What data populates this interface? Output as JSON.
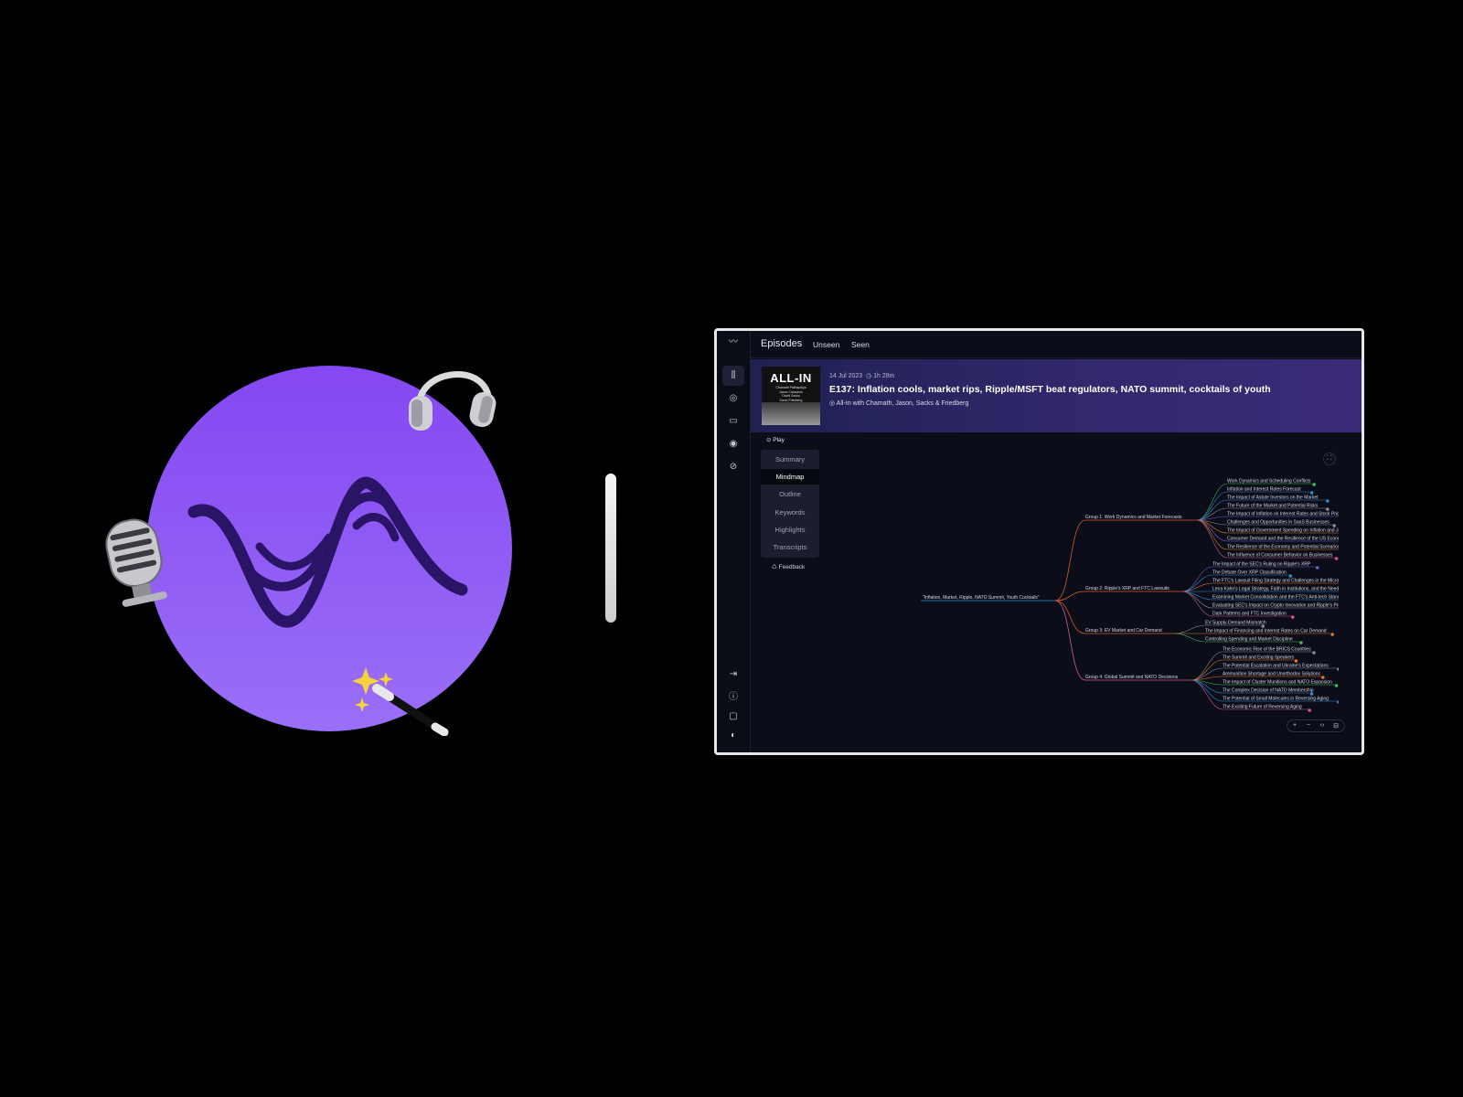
{
  "app": {
    "title": "Episodes",
    "tabs": [
      "Unseen",
      "Seen"
    ]
  },
  "episode": {
    "cover_title": "ALL-IN",
    "cover_hosts": [
      "Chamath Palihapitiya",
      "Jason Calacanis",
      "David Sacks",
      "David Friedberg"
    ],
    "date": "14 Jul 2023",
    "duration": "1h 28m",
    "title": "E137: Inflation cools, market rips, Ripple/MSFT beat regulators, NATO summit, cocktails of youth",
    "podcast": "All-In with Chamath, Jason, Sacks & Friedberg",
    "play_label": "Play"
  },
  "side_tabs": [
    "Summary",
    "Mindmap",
    "Outline",
    "Keywords",
    "Highlights",
    "Transcripts"
  ],
  "active_tab": "Mindmap",
  "feedback_label": "Feedback",
  "mindmap": {
    "root": "\"Inflation, Market, Ripple, NATO Summit, Youth Cocktails\"",
    "groups": [
      {
        "label": "Group 1: Work Dynamics and Market Forecasts",
        "color": "#d35b2a",
        "items": [
          {
            "text": "Work Dynamics and Scheduling Conflicts",
            "color": "#3fbf5a"
          },
          {
            "text": "Inflation and Interest Rates Forecast",
            "color": "#2a8fd6"
          },
          {
            "text": "The Impact of Astute Investors on the Market",
            "color": "#2a8fd6"
          },
          {
            "text": "The Future of the Market and Potential Risks",
            "color": "#888c99"
          },
          {
            "text": "The Impact of Inflation on Interest Rates and Stock Prices",
            "color": "#7b5bd6"
          },
          {
            "text": "Challenges and Opportunities in SaaS Businesses",
            "color": "#888c99"
          },
          {
            "text": "The Impact of Government Spending on Inflation and Job Market",
            "color": "#e07a2a"
          },
          {
            "text": "Consumer Demand and the Resilience of the US Economy",
            "color": "#7b5bd6"
          },
          {
            "text": "The Resilience of the Economy and Potential Scenarios",
            "color": "#e07a2a"
          },
          {
            "text": "The Influence of Consumer Behavior on Businesses",
            "color": "#d35b8a"
          }
        ]
      },
      {
        "label": "Group 2: Ripple's XRP and FTC Lawsuits",
        "color": "#d35b2a",
        "items": [
          {
            "text": "The Impact of the SEC's Ruling on Ripple's XRP",
            "color": "#7b5bd6"
          },
          {
            "text": "The Debate Over XRP Classification",
            "color": "#2a8fd6"
          },
          {
            "text": "The FTC's Lawsuit Filing Strategy and Challenges in the Microsoft-Activision Deal",
            "color": "#e07a2a"
          },
          {
            "text": "Lena Kahn's Legal Strategy, Faith in Institutions, and the Need for Big Tech Checks",
            "color": "#2a8fd6"
          },
          {
            "text": "Examining Market Consolidation and the FTC's Anti-tech Stance",
            "color": "#2a8fd6"
          },
          {
            "text": "Evaluating SEC's Impact on Crypto Innovation and Ripple's Precedent",
            "color": "#888c99"
          },
          {
            "text": "Dark Patterns and FTC Investigation",
            "color": "#d35b8a"
          }
        ]
      },
      {
        "label": "Group 3: EV Market and Car Demand",
        "color": "#d35b2a",
        "items": [
          {
            "text": "EV Supply-Demand Mismatch",
            "color": "#888c99"
          },
          {
            "text": "The Impact of Financing and Interest Rates on Car Demand",
            "color": "#e07a2a"
          },
          {
            "text": "Controlling Spending and Market Discipline",
            "color": "#3fbf5a"
          }
        ]
      },
      {
        "label": "Group 4: Global Summit and NATO Decisions",
        "color": "#d35b8a",
        "items": [
          {
            "text": "The Economic Rise of the BRICS Countries",
            "color": "#888c99"
          },
          {
            "text": "The Summit and Exciting Speakers",
            "color": "#e07a2a"
          },
          {
            "text": "The Potential Escalation and Ukraine's Expectations",
            "color": "#888c99"
          },
          {
            "text": "Ammunition Shortage and Unorthodox Solutions",
            "color": "#e07a2a"
          },
          {
            "text": "The Impact of Cluster Munitions and NATO Expansion",
            "color": "#3fbf5a"
          },
          {
            "text": "The Complex Decision of NATO Membership",
            "color": "#2a8fd6"
          },
          {
            "text": "The Potential of Small Molecules in Reversing Aging",
            "color": "#2a8fd6"
          },
          {
            "text": "The Exciting Future of Reversing Aging",
            "color": "#d35b8a"
          }
        ]
      }
    ],
    "controls": [
      "+",
      "−",
      "‹›",
      "⊟"
    ]
  },
  "colors": {
    "brand_purple": "#8547f2",
    "wave": "#2a1466",
    "window_bg": "#0b0d18"
  }
}
